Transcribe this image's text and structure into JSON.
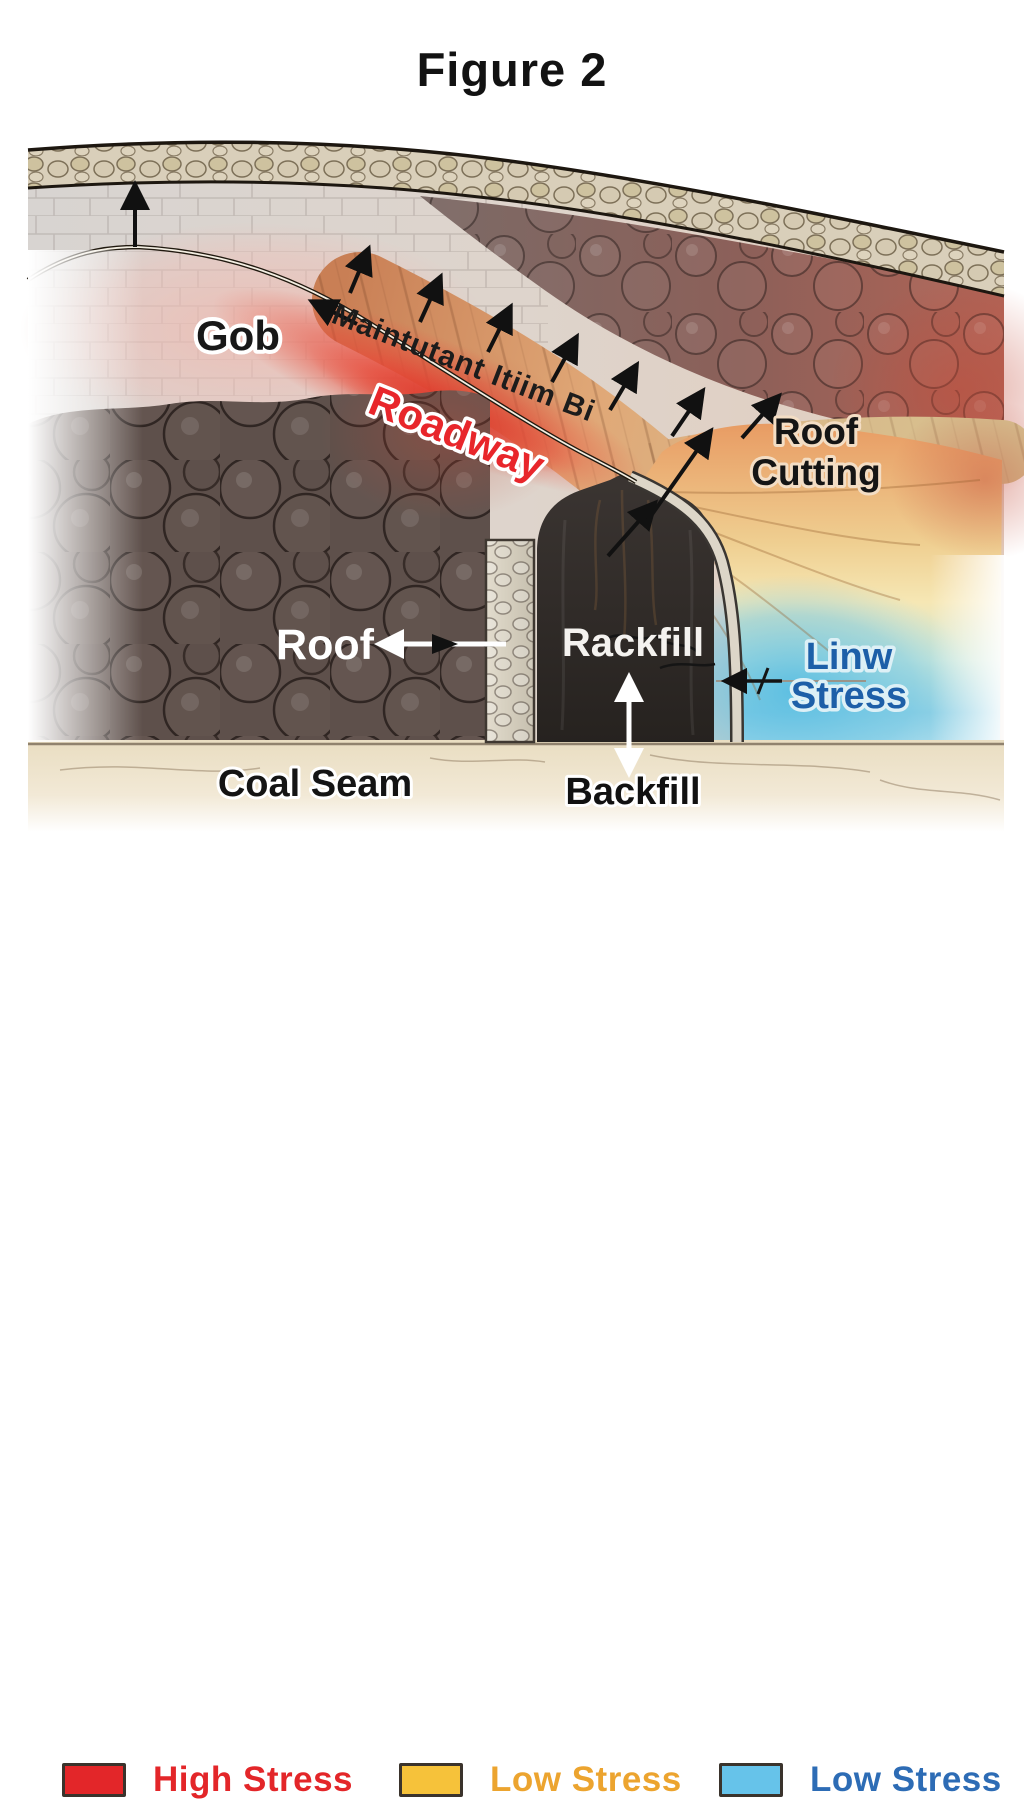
{
  "figure": {
    "title": "Figure 2"
  },
  "diagram": {
    "labels": {
      "gob": "Gob",
      "maintained_garbled": "Maintutant Itiim Bi",
      "roadway": "Roadway",
      "roof_cutting_line1": "Roof",
      "roof_cutting_line2": "Cutting",
      "roof": "Roof",
      "backfill_wall_garbled": "Rackfill",
      "low_stress_line1": "Linw",
      "low_stress_line2": "Stress",
      "coal_seam": "Coal Seam",
      "backfill": "Backfill"
    },
    "colors": {
      "roadway_text": "#e8262b",
      "low_stress_blue_text": "#1d5fa8",
      "high_stress_glow": "#e63226",
      "orange_zone": "#e79a62",
      "yellow_zone": "#f6e7b4",
      "cyan_zone": "#8fd0e4"
    }
  },
  "legend": {
    "items": [
      {
        "label": "High Stress",
        "swatch_color": "#e32629",
        "label_color": "#e32629"
      },
      {
        "label": "Low Stress",
        "swatch_color": "#f6c23a",
        "label_color": "#eca42f"
      },
      {
        "label": "Low Stress",
        "swatch_color": "#66c3ea",
        "label_color": "#2d6cb5"
      }
    ]
  }
}
